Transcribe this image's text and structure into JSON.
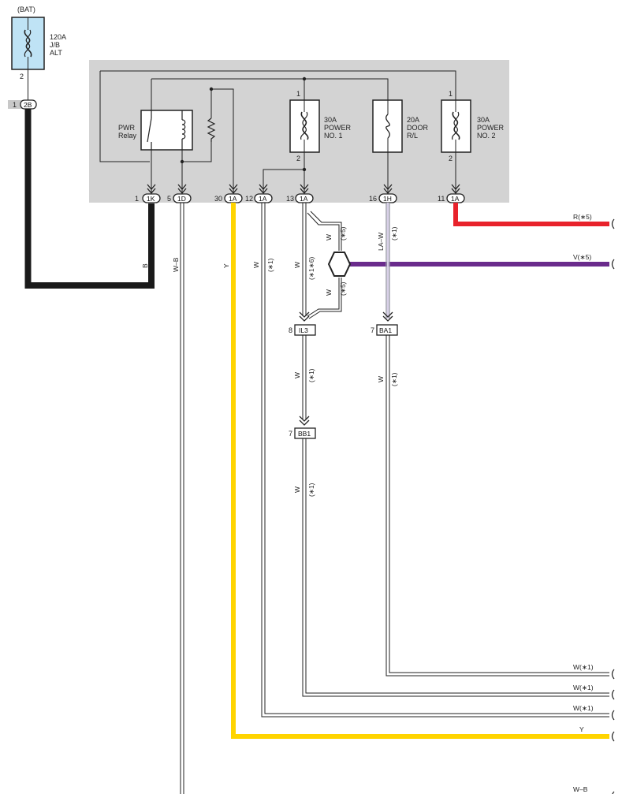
{
  "battery": {
    "label": "(BAT)",
    "fuse_lines": [
      "120A",
      "J/B",
      "ALT"
    ],
    "pin": "2"
  },
  "batt_connector": {
    "pin": "1",
    "code": "2B"
  },
  "relay": {
    "lines": [
      "PWR",
      "Relay"
    ]
  },
  "fuses": [
    {
      "lines": [
        "30A",
        "POWER",
        "NO. 1"
      ],
      "top_pin": "1",
      "bottom_pin": "2"
    },
    {
      "lines": [
        "20A",
        "DOOR",
        "R/L"
      ],
      "top_pin": "",
      "bottom_pin": ""
    },
    {
      "lines": [
        "30A",
        "POWER",
        "NO. 2"
      ],
      "top_pin": "1",
      "bottom_pin": "2"
    }
  ],
  "jb_connectors": [
    {
      "pin": "1",
      "code": "1K"
    },
    {
      "pin": "5",
      "code": "1D"
    },
    {
      "pin": "30",
      "code": "1A"
    },
    {
      "pin": "12",
      "code": "1A"
    },
    {
      "pin": "13",
      "code": "1A"
    },
    {
      "pin": "16",
      "code": "1H"
    },
    {
      "pin": "11",
      "code": "1A"
    }
  ],
  "mid_connectors": [
    {
      "pin": "8",
      "code": "IL3"
    },
    {
      "pin": "7",
      "code": "BA1"
    },
    {
      "pin": "7",
      "code": "BB1"
    }
  ],
  "wire_labels": {
    "b": "B",
    "wb": "W–B",
    "y": "Y",
    "w": "W",
    "s1": "(∗1)",
    "s16": "(∗1∗6)",
    "s5": "(∗5)",
    "law": "LA–W"
  },
  "right_labels": {
    "r5": "R(∗5)",
    "v5": "V(∗5)",
    "w1a": "W(∗1)",
    "w1b": "W(∗1)",
    "w1c": "W(∗1)",
    "y": "Y",
    "wb": "W–B"
  },
  "colors": {
    "black_wire": "#1a1a1a",
    "yellow_wire": "#ffd400",
    "red_wire": "#e8222b",
    "violet_wire": "#6a2b8c",
    "jb_box": "#d3d3d3",
    "fuse_fill": "#bfe3f5"
  }
}
